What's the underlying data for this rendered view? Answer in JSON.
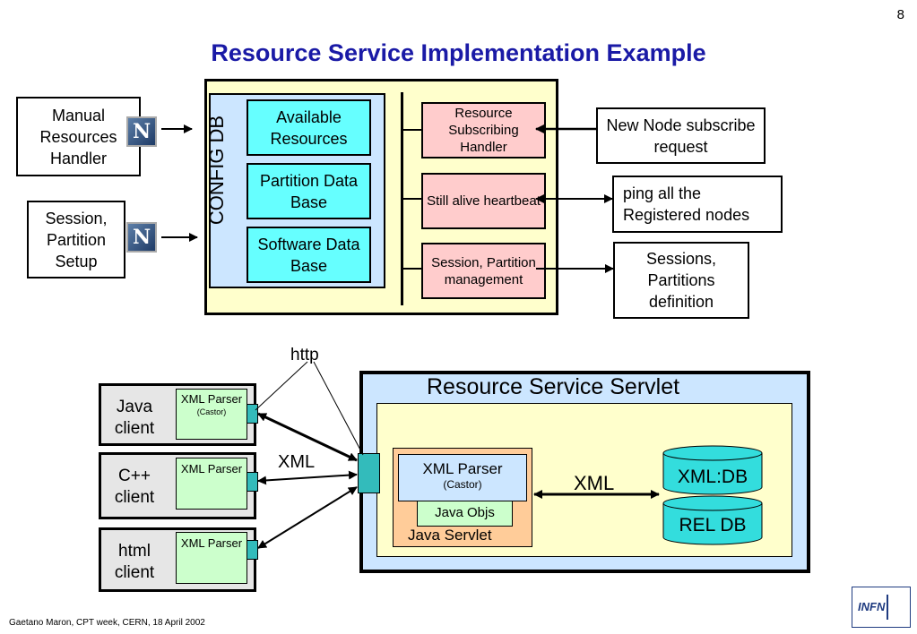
{
  "page_number": "8",
  "title": "Resource Service Implementation Example",
  "top": {
    "config_db_label": "CONFIG DB",
    "manual_resources_handler": "Manual Resources Handler",
    "session_partition_setup": "Session, Partition Setup",
    "netscape_icon_letter": "N",
    "available_resources": "Available Resources",
    "partition_data_base": "Partition Data Base",
    "software_data_base": "Software Data Base",
    "resource_subscribing_handler": "Resource Subscribing Handler",
    "still_alive_heartbeat": "Still alive heartbeat",
    "session_partition_management": "Session, Partition management",
    "new_node_request": "New Node subscribe request",
    "ping_nodes": "ping all the Registered nodes",
    "sessions_partitions_definition": "Sessions, Partitions definition"
  },
  "bottom": {
    "http_label": "http",
    "xml_label_left": "XML",
    "xml_label_right": "XML",
    "servlet_title": "Resource Service Servlet",
    "java_client": "Java client",
    "cpp_client": "C++ client",
    "html_client": "html client",
    "xml_parser": "XML Parser",
    "castor": "(Castor)",
    "servlet_xml_parser": "XML Parser",
    "java_objs": "Java Objs",
    "java_servlet": "Java Servlet",
    "xml_db": "XML:DB",
    "rel_db": "REL DB"
  },
  "footer": "Gaetano Maron, CPT week, CERN, 18 April 2002",
  "logo_text": "INFN",
  "colors": {
    "title": "#1a1aa6",
    "config_panel": "#ffffcc",
    "config_db": "#cce6ff",
    "resource_box": "#66ffff",
    "handler_box": "#ffcccc",
    "servlet_outer": "#cce6ff",
    "servlet_inner": "#ffffcc",
    "java_servlet": "#ffcc99",
    "xml_parser": "#ccffcc",
    "db_cylinder": "#33dddd"
  }
}
